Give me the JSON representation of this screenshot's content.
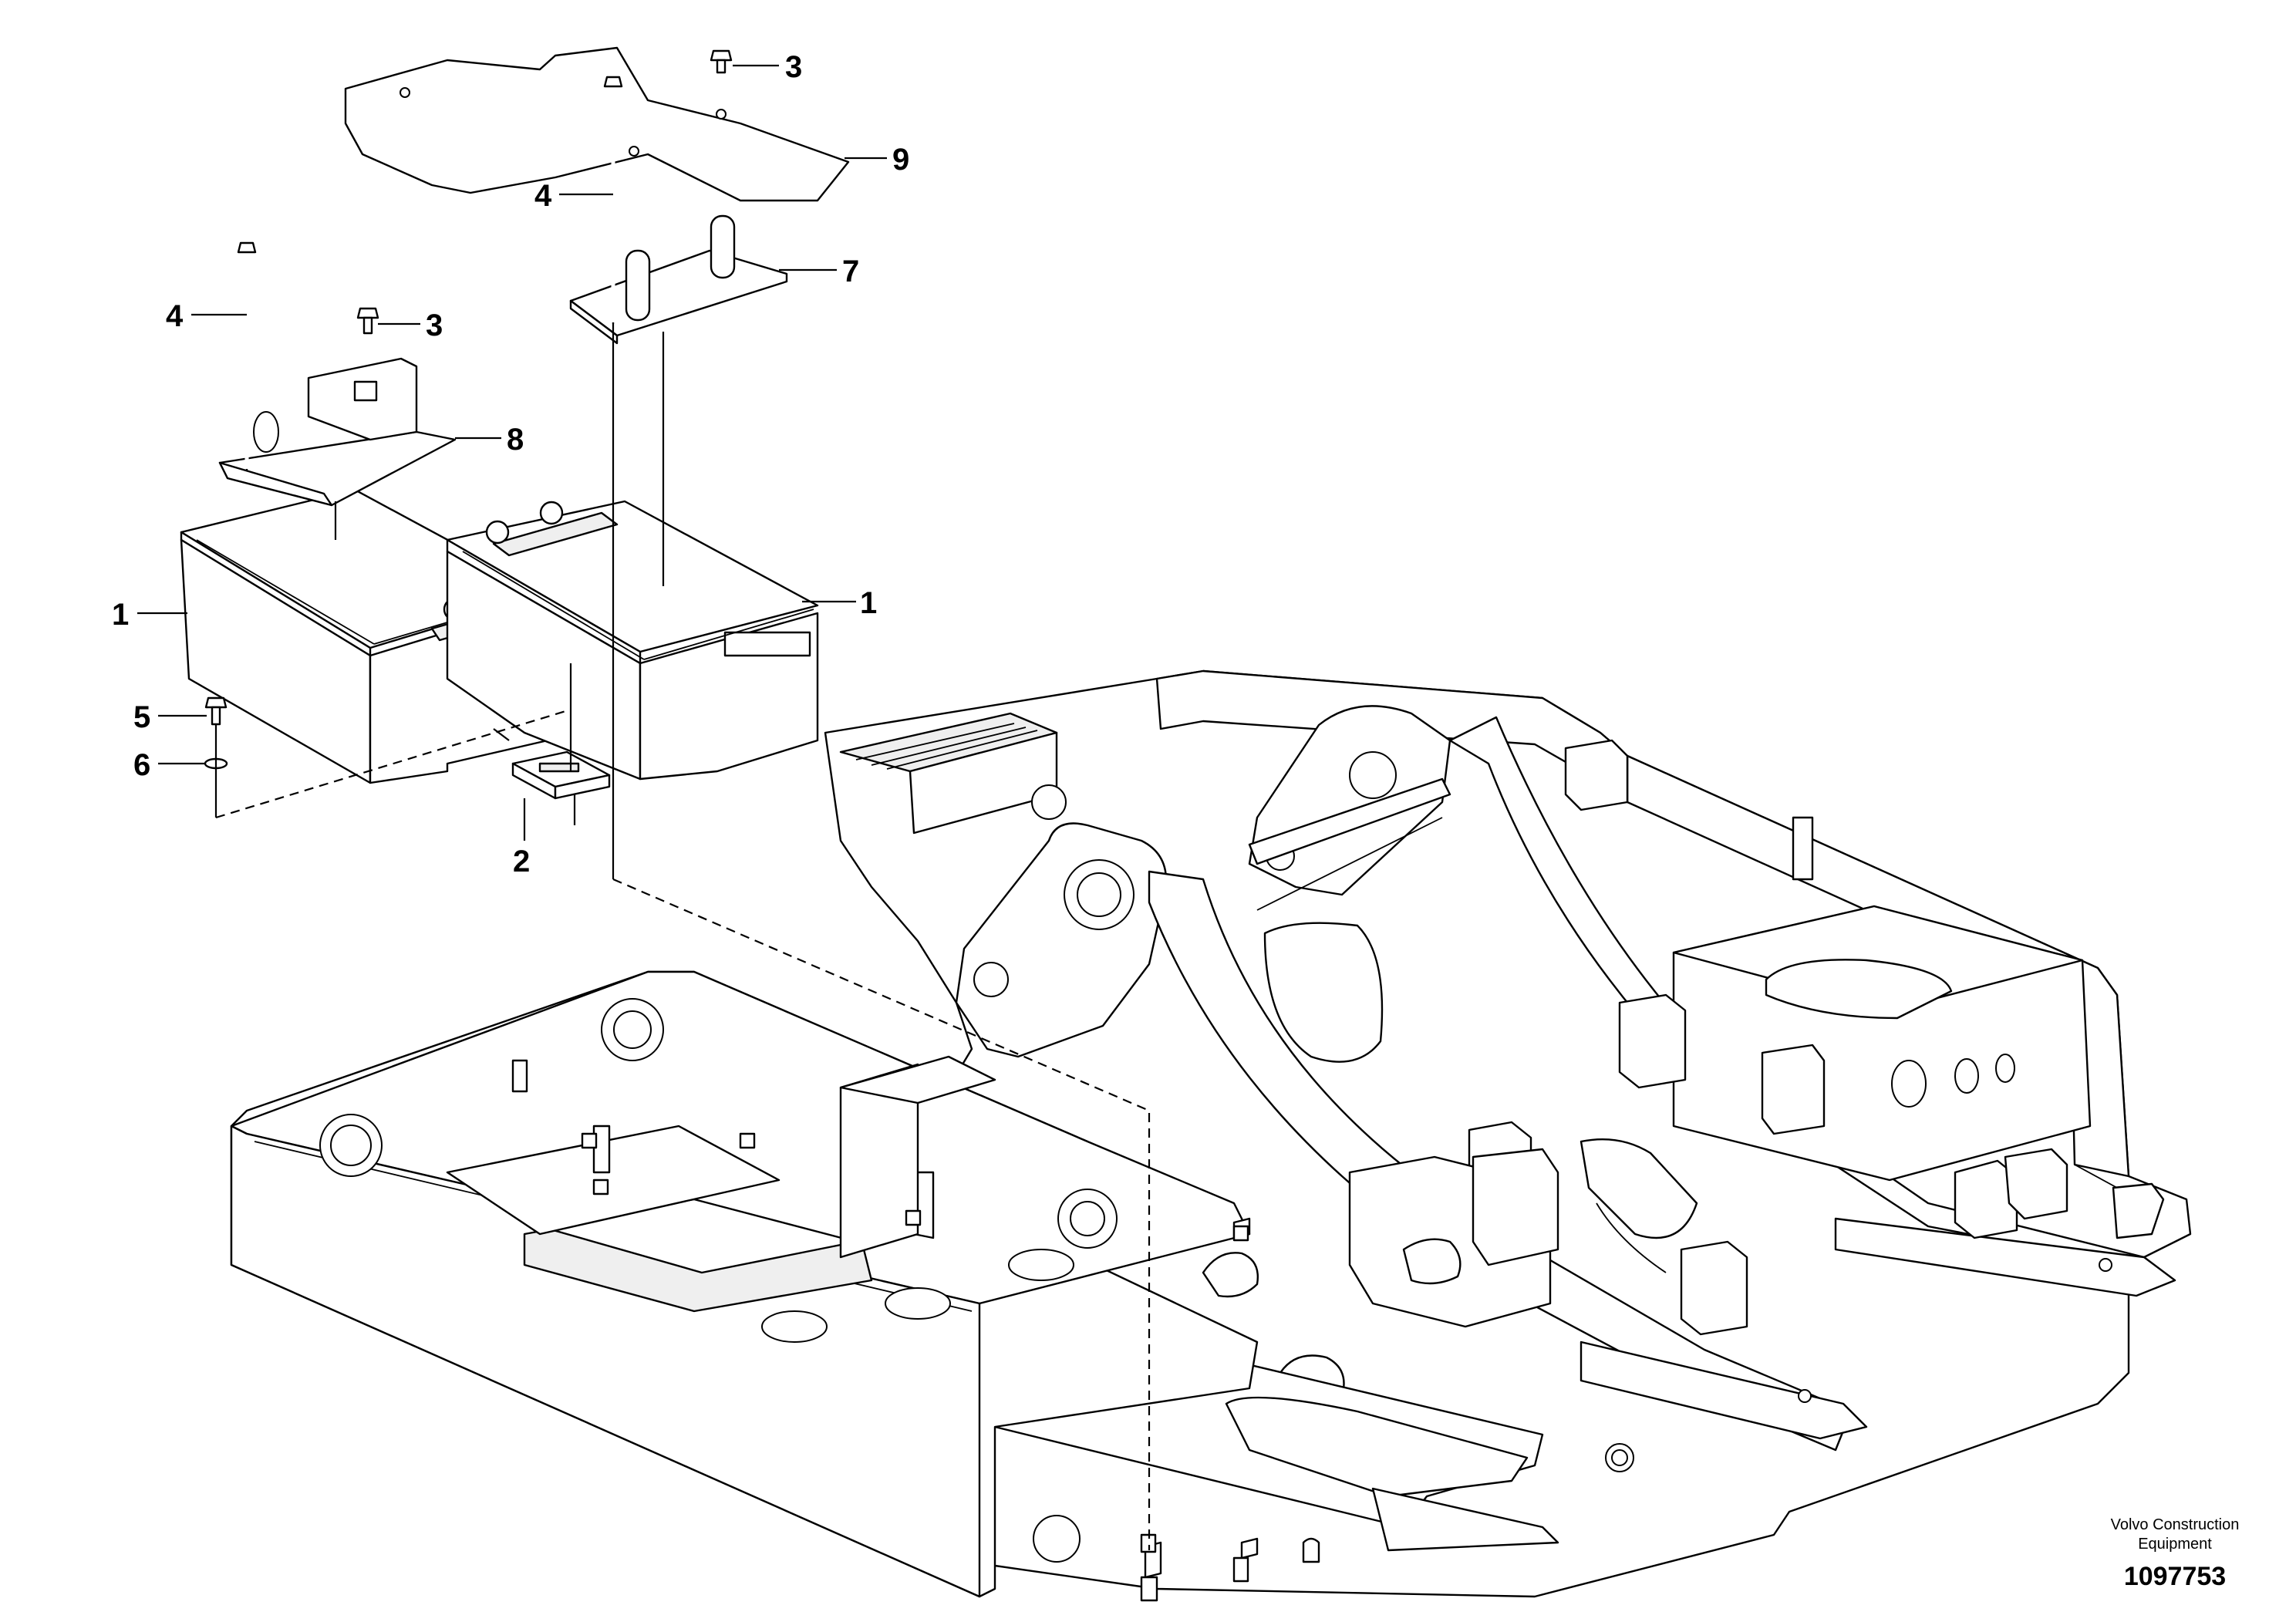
{
  "callouts": {
    "c1_left": "1",
    "c1_right": "1",
    "c2": "2",
    "c3_top": "3",
    "c3_mid": "3",
    "c4_top": "4",
    "c4_left": "4",
    "c5": "5",
    "c6": "6",
    "c7": "7",
    "c8": "8",
    "c9": "9"
  },
  "brand": {
    "line1": "Volvo Construction",
    "line2": "Equipment"
  },
  "doc_number": "1097753"
}
